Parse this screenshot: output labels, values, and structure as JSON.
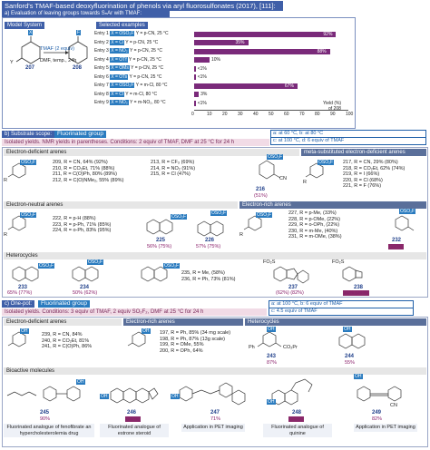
{
  "title": "Sanford's TMAF-based deoxyfluorination of phenols via aryl fluorosulfonates (2017), [111]:",
  "part_a": {
    "header": "a) Evaluation of leaving groups towards SₙAr with TMAF:",
    "model_label": "Model System",
    "selected_label": "Selected examples",
    "sm_x": "X",
    "sm_y": "Y",
    "sm_num": "207",
    "pr_f": "F",
    "pr_num": "208",
    "cond1": "TMAF (2 equiv)",
    "cond2": "DMF, temp., 24h",
    "xlabel": "Yield (%)",
    "xlabel_sub": "of 208",
    "ticks": [
      "0",
      "10",
      "20",
      "30",
      "40",
      "50",
      "60",
      "70",
      "80",
      "90",
      "100"
    ],
    "entries": [
      {
        "n": "Entry 1",
        "x": "X = OSO₂F",
        "y": "Y = p-CN, 25 °C",
        "v": 92
      },
      {
        "n": "Entry 2",
        "x": "X = Cl",
        "y": "Y = p-CN, 25 °C",
        "v": 35
      },
      {
        "n": "Entry 3",
        "x": "X = NO₂",
        "y": "Y = p-CN, 25 °C",
        "v": 88
      },
      {
        "n": "Entry 4",
        "x": "X = OTf",
        "y": "Y = p-CN, 25 °C",
        "v": 10
      },
      {
        "n": "Entry 5",
        "x": "X = OMs",
        "y": "Y = p-CN, 25 °C",
        "v": 1
      },
      {
        "n": "Entry 6",
        "x": "X = OTs",
        "y": "Y = p-CN, 25 °C",
        "v": 1
      },
      {
        "n": "Entry 7",
        "x": "X = OSO₂F",
        "y": "Y = m-Cl, 80 °C",
        "v": 67
      },
      {
        "n": "Entry 8",
        "x": "X = Cl",
        "y": "Y = m-Cl, 80 °C",
        "v": 3
      },
      {
        "n": "Entry 9",
        "x": "X = NO₂",
        "y": "Y = m-NO₂, 80 °C",
        "v": 1
      }
    ],
    "labels": [
      "92%",
      "35%",
      "88%",
      "10%",
      "<1%",
      "<1%",
      "67%",
      "3%",
      "<1%"
    ]
  },
  "part_b": {
    "header": "b) Substrate scope:",
    "tag": "Fluorinated group",
    "conditions": "Isolated yields. NMR yields in parentheses. Conditions: 2 equiv of TMAF, DMF at 25 °C for 24 h",
    "footnote_a": "a: at 60 °C, b: at 80 °C",
    "footnote_c": "c: at 100 °C, d: 6 equiv of TMAF",
    "ewd": "Electron-deficient arenes",
    "meta": "meta-substituted electron-deficient arenes",
    "neutral": "Electron-neutral arenes",
    "rich": "Electron-rich arenes",
    "hetero": "Heterocycles",
    "osf": "OSO₂F",
    "r": "R",
    "ewd_lines": [
      "209, R = CN, 64% (92%)",
      "210, R = CO₂Et, 71% (88%)",
      "211, R = C(O)Ph, 80% (89%)",
      "212, R = C(O)NMe₂, 55% (89%)"
    ],
    "ewd_lines2": [
      "213, R = CF₃ (69%)",
      "214, R = NO₂ (91%)",
      "215, R = Cl (47%)"
    ],
    "c216": "216",
    "c216y": "(51%)",
    "meta_lines": [
      "217, R = CN, 29% (80%)",
      "218, R = CO₂Et, 62% (74%)",
      "219, R = I (66%)",
      "220, R = Cl (68%)",
      "221, R = F (76%)"
    ],
    "neutral_lines": [
      "222, R = p-H (88%)",
      "223, R = p-Ph, 71% (85%)",
      "224, R = o-Ph, 83% (95%)"
    ],
    "c225": "225",
    "c225y": "56% (75%)",
    "c226": "226",
    "c226y": "57% (75%)",
    "rich_lines": [
      "227, R = p-Me, (33%)",
      "228, R = p-OMe, (22%)",
      "229, R = o-OPh, (22%)",
      "230, R = m-Me, (40%)",
      "231, R = m-OMe, (38%)"
    ],
    "c232": "232",
    "c232y": "(22%)",
    "c233": "233",
    "c233y": "65% (77%)",
    "c234": "234",
    "c234y": "50% (62%)",
    "hetero_lines": [
      "235, R = Me, (58%)",
      "236, R = Ph, 73% (81%)"
    ],
    "c237": "237",
    "c237y": "(62%) (82%)",
    "c238": "238",
    "c238y": "21% (26%)"
  },
  "part_c": {
    "header": "c) One-pot:",
    "tag": "Fluorinated group",
    "conditions": "Isolated yields. Conditions: 3 equiv of TMAF, 2 equiv SO₂F₂, DMF at 25 °C for 24 h",
    "footnote_a": "a: at 100 °C, b: 6 equiv of TMAF",
    "footnote_c": "c: 4.5 equiv of TMAF",
    "ewd": "Electron-deficient arenes",
    "rich": "Electron-rich arenes",
    "hetero": "Heterocycles",
    "oh": "OH",
    "ewd_lines": [
      "239, R = CN, 84%",
      "240, R = CO₂Et, 81%",
      "241, R = C(O)Ph, 86%"
    ],
    "rich_lines": [
      "197, R = Ph, 85% (34 mg scale)",
      "198, R = Ph, 87% (13g scale)",
      "199, R = OMe, 55%",
      "200, R = OPh, 64%"
    ],
    "c243": "243",
    "c243y": "87%",
    "c244": "244",
    "c244y": "55%",
    "ph": "Ph",
    "co2pr": "CO₂Pr",
    "bioactive": "Bioactive molecules",
    "c245": "245",
    "c245y": "90%",
    "c246": "246",
    "c246y": "(51%)",
    "c247": "247",
    "c247y": "71%",
    "c248": "248",
    "c248y": "(25%)",
    "c249": "249",
    "c249y": "82%",
    "cap245": "Fluorinated analogue of fenofibrate an hypercholesterolemia drug",
    "cap246": "Fluorinated analogue of estrone steroid",
    "cap247": "Application in PET imaging",
    "cap248": "Fluorinated analogue of quinine",
    "cap249": "Application in PET imaging"
  }
}
